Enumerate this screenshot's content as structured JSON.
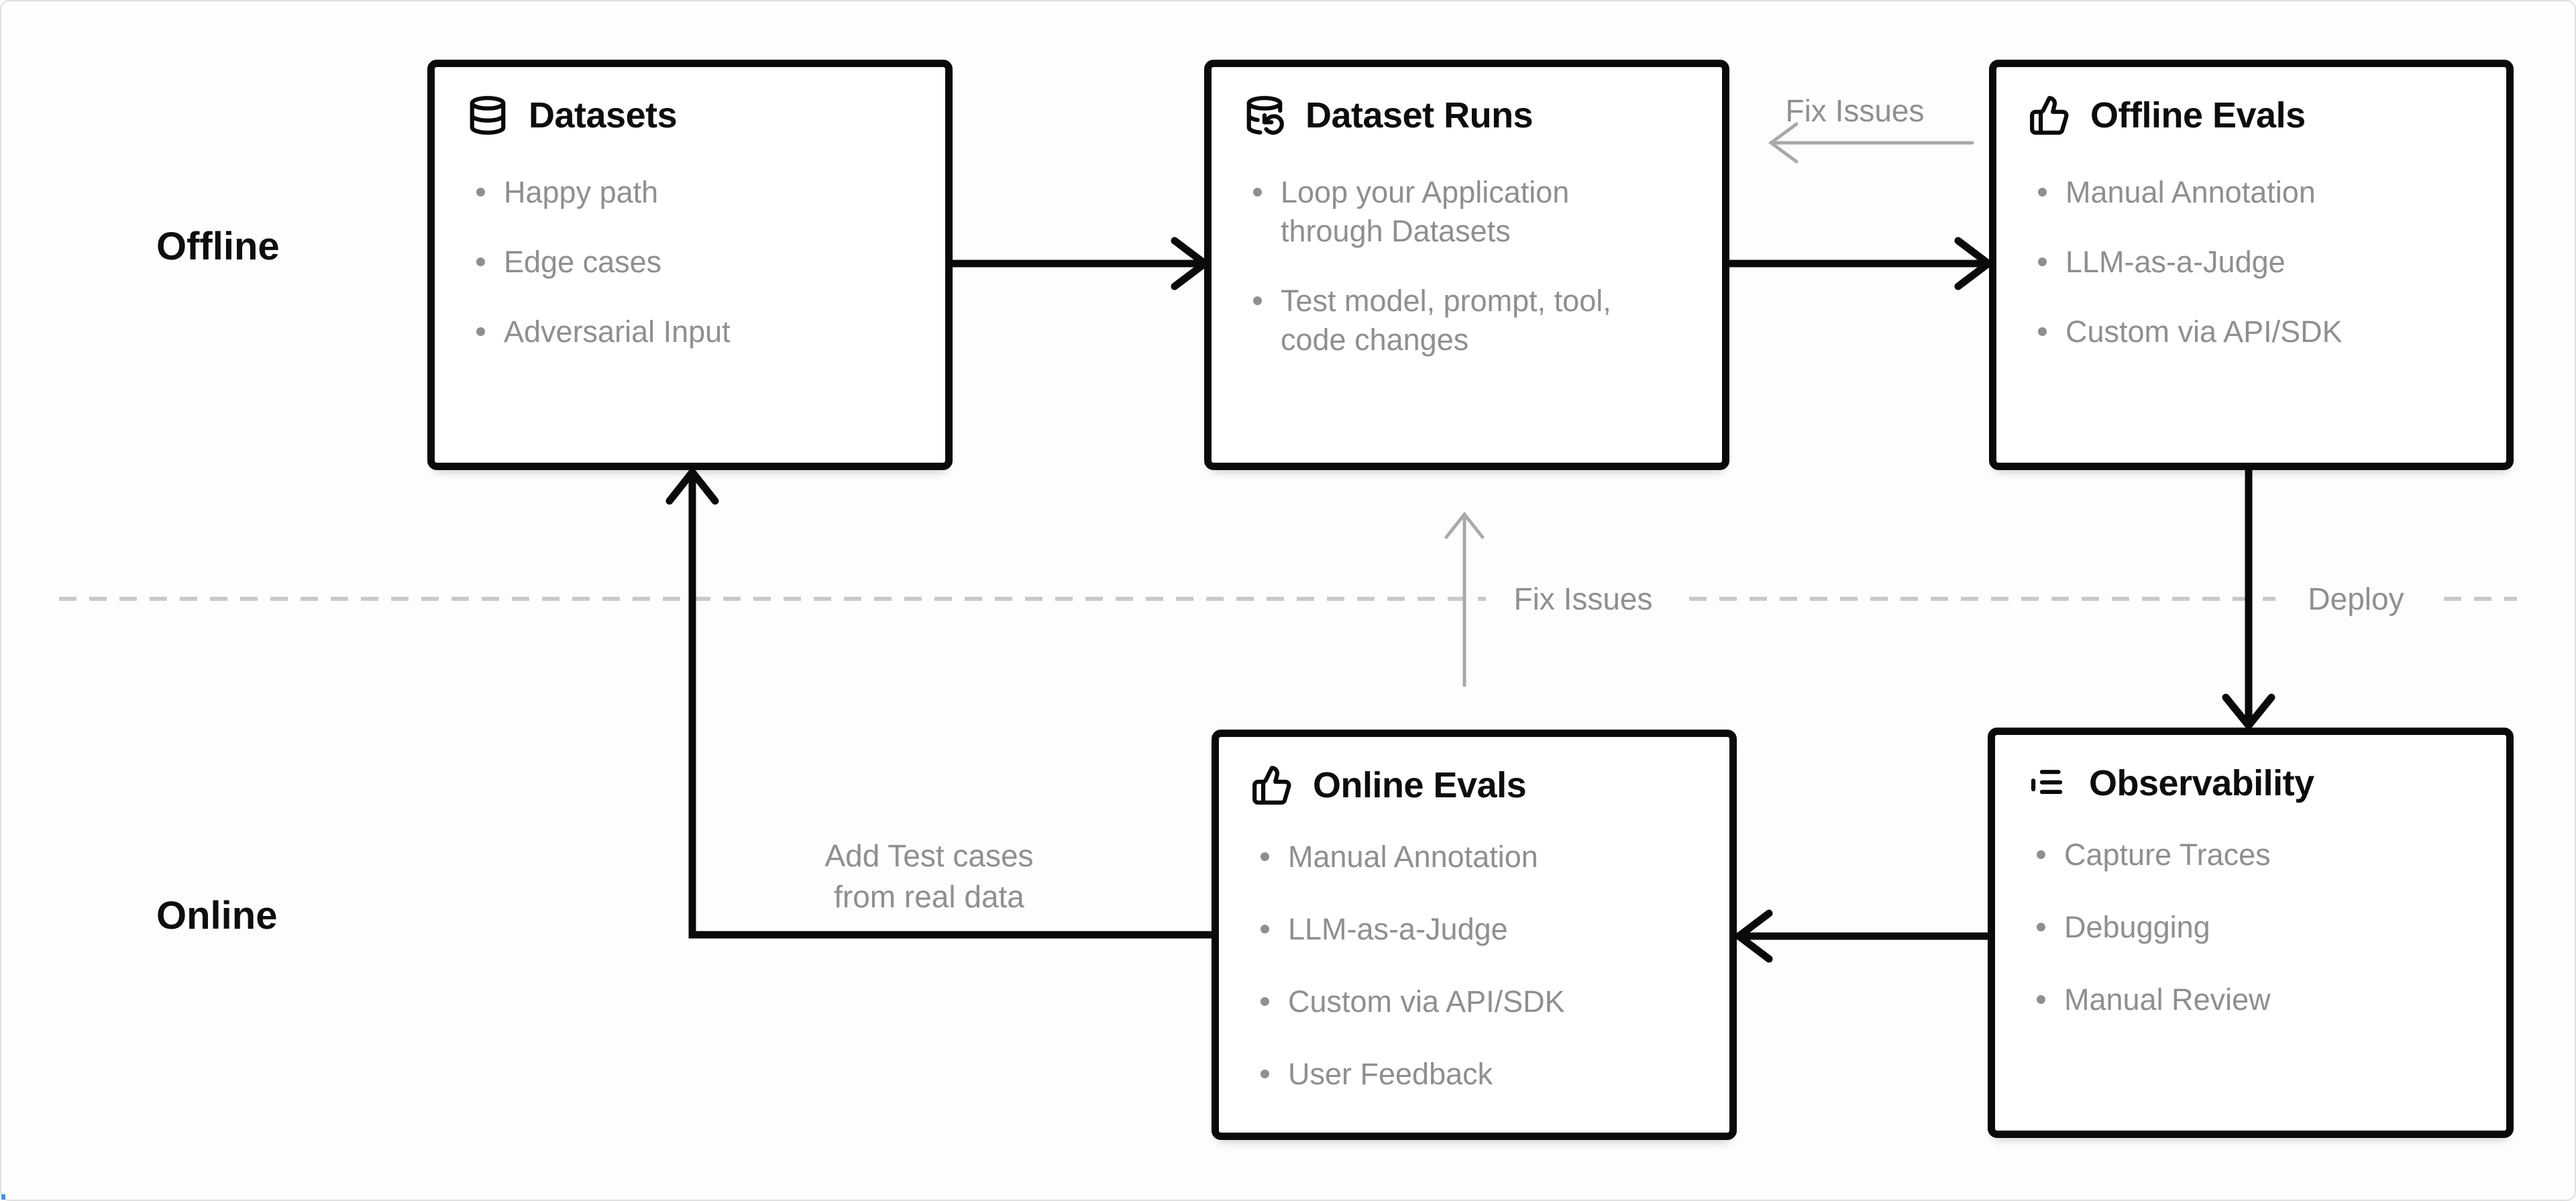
{
  "lanes": {
    "offline_label": "Offline",
    "online_label": "Online"
  },
  "boxes": [
    {
      "id": "datasets",
      "icon": "database-icon",
      "title": "Datasets",
      "items": [
        "Happy path",
        "Edge cases",
        "Adversarial Input"
      ]
    },
    {
      "id": "dataset-runs",
      "icon": "database-backup-icon",
      "title": "Dataset Runs",
      "items": [
        "Loop your Application through Datasets",
        "Test model, prompt, tool, code changes"
      ]
    },
    {
      "id": "offline-evals",
      "icon": "thumbs-up-icon",
      "title": "Offline Evals",
      "items": [
        "Manual Annotation",
        "LLM-as-a-Judge",
        "Custom via API/SDK"
      ]
    },
    {
      "id": "online-evals",
      "icon": "thumbs-up-icon",
      "title": "Online Evals",
      "items": [
        "Manual Annotation",
        "LLM-as-a-Judge",
        "Custom via API/SDK",
        "User Feedback"
      ]
    },
    {
      "id": "observability",
      "icon": "list-tree-icon",
      "title": "Observability",
      "items": [
        "Capture Traces",
        "Debugging",
        "Manual Review"
      ]
    }
  ],
  "edges": {
    "fix_issues_top": "Fix Issues",
    "fix_issues_middle": "Fix Issues",
    "deploy": "Deploy",
    "add_test_cases_line1": "Add Test cases",
    "add_test_cases_line2": "from real data"
  },
  "colors": {
    "box_border": "#0a0a0a",
    "title_text": "#0d0d0d",
    "muted_text": "#8f8f8f",
    "gray_arrow": "#a9a9a9",
    "dashed_separator": "#c9c9c9",
    "background": "#fdfdfd"
  }
}
